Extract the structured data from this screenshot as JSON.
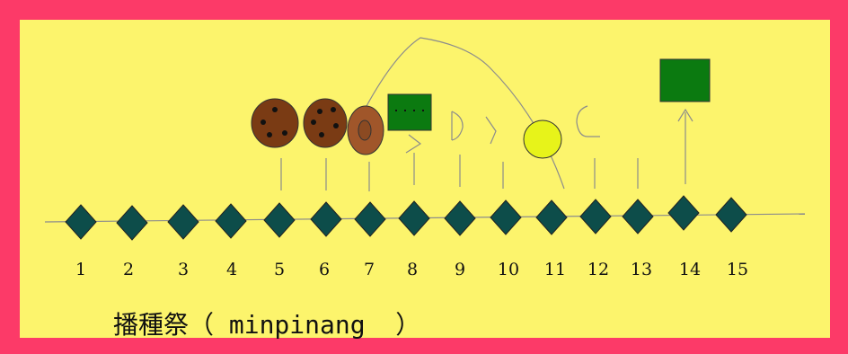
{
  "diagram": {
    "numbers": [
      "1",
      "2",
      "3",
      "4",
      "5",
      "6",
      "7",
      "8",
      "9",
      "10",
      "11",
      "12",
      "13",
      "14",
      "15"
    ],
    "caption": "播種祭（ minpinang  ）"
  },
  "colors": {
    "border": "#fc3a68",
    "background": "#fcf46c",
    "diamond": "#0d4d4a",
    "brown": "#7a3b14",
    "tan": "#a0562a",
    "green": "#0b7a10",
    "yellow_circle": "#e7f31a",
    "line": "#8c8c8c"
  }
}
